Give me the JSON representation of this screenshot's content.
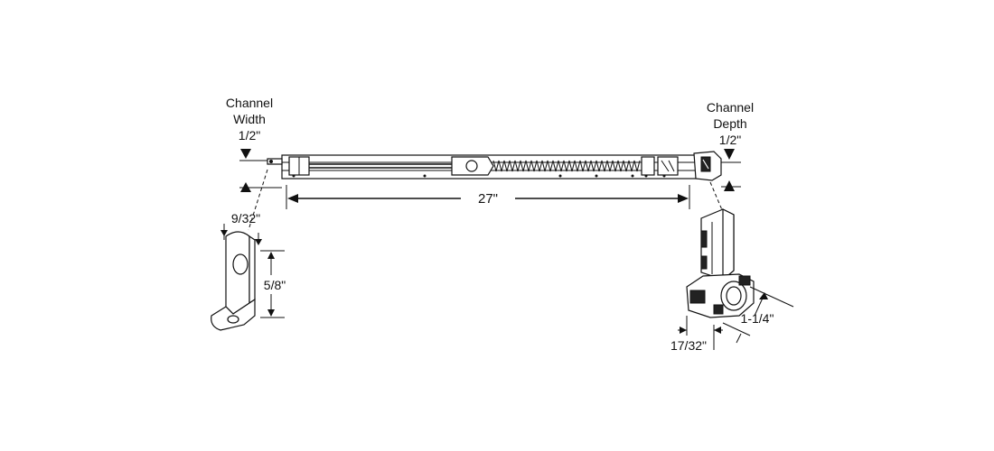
{
  "labels": {
    "channel_width_title_1": "Channel",
    "channel_width_title_2": "Width",
    "channel_width_value": "1/2\"",
    "channel_depth_title_1": "Channel",
    "channel_depth_title_2": "Depth",
    "channel_depth_value": "1/2\"",
    "length": "27\"",
    "bracket_thickness": "9/32\"",
    "bracket_height": "5/8\"",
    "cam_width": "1-1/4\"",
    "cam_depth": "17/32\""
  }
}
